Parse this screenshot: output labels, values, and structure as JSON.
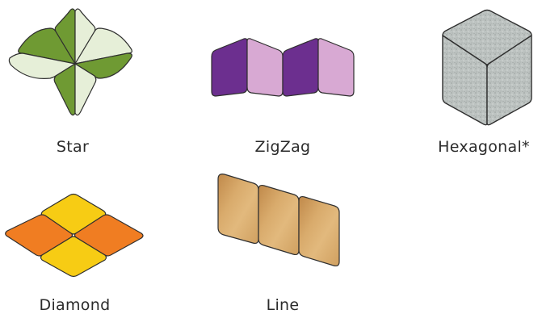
{
  "patterns": {
    "star": {
      "label": "Star",
      "icon": "star-tile-pattern-icon",
      "colors": {
        "dark": "#6f9a33",
        "light": "#e6efd8",
        "stroke": "#2f2f2f"
      }
    },
    "zigzag": {
      "label": "ZigZag",
      "icon": "zigzag-tile-pattern-icon",
      "colors": {
        "dark": "#6c2f8f",
        "light": "#d8a9d3",
        "stroke": "#2f2f2f"
      }
    },
    "hexagonal": {
      "label": "Hexagonal*",
      "icon": "hexagonal-tile-pattern-icon",
      "colors": {
        "fill": "#b9bfbd",
        "speckle": "#9aa09e",
        "stroke": "#2f2f2f"
      }
    },
    "diamond": {
      "label": "Diamond",
      "icon": "diamond-tile-pattern-icon",
      "colors": {
        "orange": "#f07d22",
        "yellow": "#f7cc14",
        "stroke": "#2f2f2f"
      }
    },
    "line": {
      "label": "Line",
      "icon": "line-tile-pattern-icon",
      "colors": {
        "wood": "#d5a565",
        "wood_light": "#e2b97d",
        "wood_dark": "#c0894a",
        "stroke": "#2f2f2f"
      }
    }
  }
}
